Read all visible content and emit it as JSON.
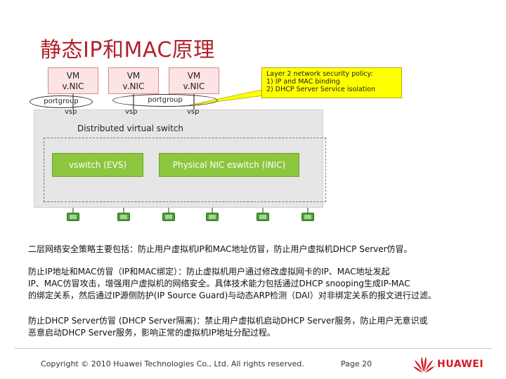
{
  "slide": {
    "title": "静态IP和MAC原理"
  },
  "diagram": {
    "vms": [
      {
        "line1": "VM",
        "line2": "v.NIC"
      },
      {
        "line1": "VM",
        "line2": "v.NIC"
      },
      {
        "line1": "VM",
        "line2": "v.NIC"
      }
    ],
    "portgroups": [
      "portgroup",
      "portgroup"
    ],
    "vsp_labels": [
      "vsp",
      "vsp",
      "vsp"
    ],
    "dvs_label": "Distributed virtual switch",
    "vswitch_label": "vswitch (EVS)",
    "physical_switch_label": "Physical NIC eswitch (iNIC)",
    "policy": {
      "title": "Layer 2 network security policy:",
      "item1": "1) IP and MAC binding",
      "item2": "2) DHCP Server Service isolation"
    },
    "colors": {
      "vm_fill": "#fde3e3",
      "switch_fill": "#8dc63f",
      "policy_fill": "#ffff00",
      "nic_fill": "#4a9f3a"
    }
  },
  "body": {
    "para1": "二层网络安全策略主要包括：防止用户虚拟机IP和MAC地址仿冒，防止用户虚拟机DHCP Server仿冒。",
    "para2_line1": "防止IP地址和MAC仿冒（IP和MAC绑定）：防止虚拟机用户通过修改虚拟网卡的IP、MAC地址发起",
    "para2_line2": "IP、MAC仿冒攻击，增强用户虚拟机的网络安全。具体技术能力包括通过DHCP snooping生成IP-MAC",
    "para2_line3": "的绑定关系，然后通过IP源侧防护(IP Source Guard)与动态ARP检测（DAI）对非绑定关系的报文进行过滤。",
    "para3_line1": "防止DHCP Server仿冒 (DHCP Server隔离)：禁止用户虚拟机启动DHCP Server服务，防止用户无意识或",
    "para3_line2": "恶意启动DHCP Server服务，影响正常的虚拟机IP地址分配过程。"
  },
  "footer": {
    "copyright": "Copyright © 2010 Huawei Technologies Co., Ltd. All rights reserved.",
    "page": "Page 20",
    "logo_text": "HUAWEI"
  }
}
